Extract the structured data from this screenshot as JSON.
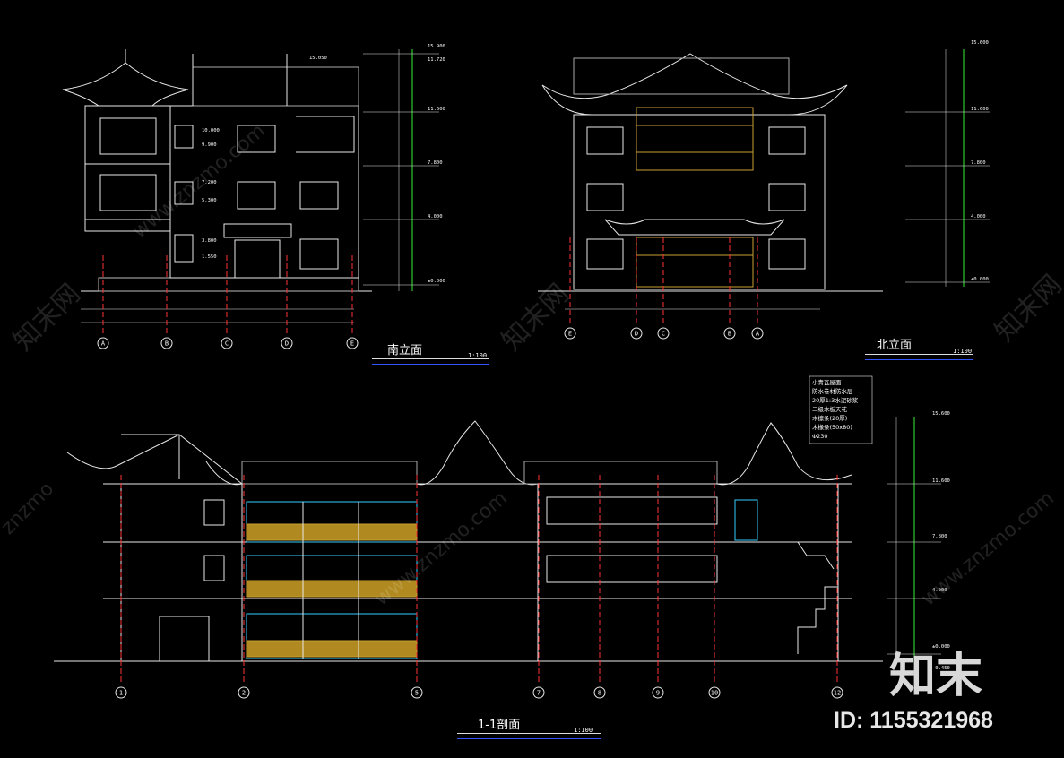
{
  "drawing": {
    "south_elevation": {
      "title": "南立面",
      "scale": "1:100",
      "axes": [
        "A",
        "B",
        "C",
        "D",
        "E"
      ],
      "level_labels": [
        "15.900",
        "11.720",
        "11.600",
        "7.800",
        "4.000",
        "±0.000"
      ],
      "window_levels": [
        "10.000",
        "9.900",
        "7.200",
        "5.300",
        "3.800",
        "1.550"
      ],
      "ridge_label": "15.050"
    },
    "north_elevation": {
      "title": "北立面",
      "scale": "1:100",
      "axes": [
        "E",
        "D",
        "C",
        "B",
        "A"
      ],
      "level_labels": [
        "15.600",
        "11.600",
        "7.800",
        "4.000",
        "±0.000"
      ]
    },
    "section": {
      "title": "1-1剖面",
      "scale": "1:100",
      "axes": [
        "1",
        "2",
        "5",
        "7",
        "8",
        "9",
        "10",
        "12"
      ],
      "level_labels": [
        "15.600",
        "11.600",
        "7.800",
        "4.000",
        "±0.000",
        "-0.450"
      ],
      "roof_notes": [
        "小青瓦屋面",
        "防水卷材防水层",
        "20厚1:3水泥砂浆",
        "二级木板天花",
        "木檩条(20厚)",
        "木椽条(50x80)",
        "Φ230"
      ]
    }
  },
  "watermark": {
    "brand_cn": "知末网",
    "url": "www.znzmo.com",
    "short": "znzmo",
    "logo_text": "知末",
    "id_text": "ID: 1155321968"
  },
  "colors": {
    "background": "#000000",
    "line": "#e8e8e8",
    "axis": "#ff3333",
    "dimension": "#33ee33",
    "glass": "#33ccff",
    "ornament": "#c8a030",
    "grid_label": "#ffffff"
  }
}
